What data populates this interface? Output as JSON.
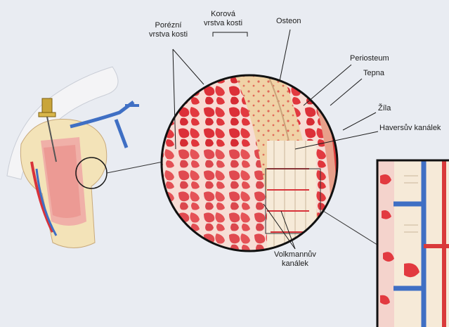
{
  "labels": {
    "porous_line1": "Porézní",
    "porous_line2": "vrstva kosti",
    "cortical_line1": "Korová",
    "cortical_line2": "vrstva kosti",
    "osteon": "Osteon",
    "periosteum": "Periosteum",
    "artery": "Tepna",
    "vein": "Žíla",
    "haversian": "Haversův kanálek",
    "volkmann_line1": "Volkmannův",
    "volkmann_line2": "kanálek"
  },
  "colors": {
    "background": "#e9ecf2",
    "bone_red": "#e0303a",
    "marrow": "#f3d6c6",
    "cortical": "#f0d4a8",
    "vessel_blue": "#3f6fc4",
    "artery_red": "#d93a3a"
  },
  "icons": {
    "implant": "screw-implant-icon"
  }
}
